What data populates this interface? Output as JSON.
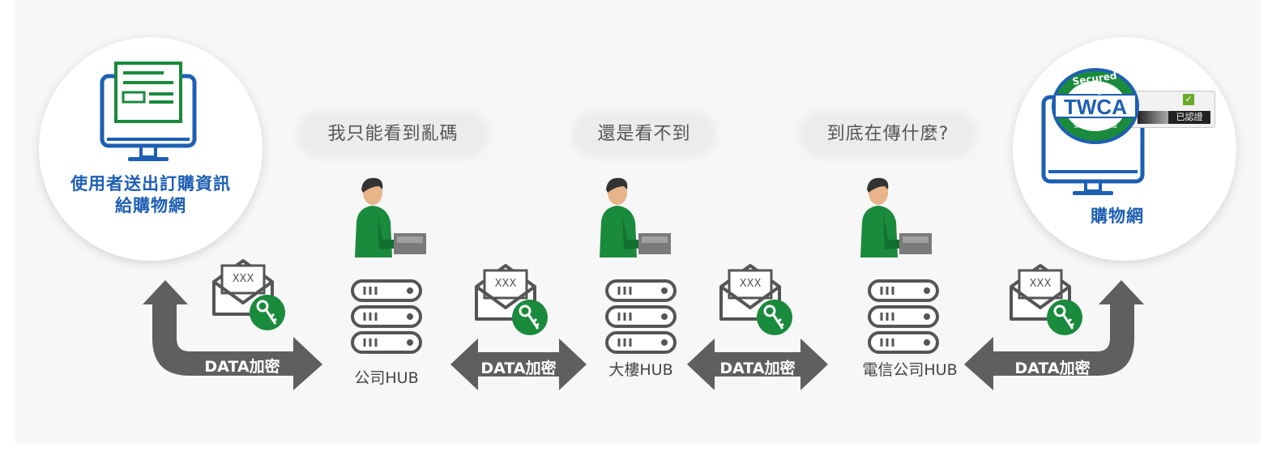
{
  "user_node": {
    "label_line1": "使用者送出訂購資訊",
    "label_line2": "給購物網"
  },
  "shop_node": {
    "label": "購物網",
    "seal": {
      "top_text": "Secured By",
      "brand": "TWCA",
      "bottom_text": "臺灣網路認證"
    },
    "verified_badge": "已認證"
  },
  "speech": [
    {
      "text": "我只能看到亂碼"
    },
    {
      "text": "還是看不到"
    },
    {
      "text": "到底在傳什麼?"
    }
  ],
  "hubs": [
    {
      "label": "公司HUB"
    },
    {
      "label": "大樓HUB"
    },
    {
      "label": "電信公司HUB"
    }
  ],
  "envelopes": [
    {
      "text": "XXX"
    },
    {
      "text": "XXX"
    },
    {
      "text": "XXX"
    },
    {
      "text": "XXX"
    }
  ],
  "arrows": [
    {
      "label": "DATA加密"
    },
    {
      "label": "DATA加密"
    },
    {
      "label": "DATA加密"
    },
    {
      "label": "DATA加密"
    }
  ],
  "colors": {
    "blue": "#1d5fb3",
    "green": "#1a8a3c",
    "dark_green": "#12702f",
    "arrow_gray": "#5f5f5f"
  }
}
